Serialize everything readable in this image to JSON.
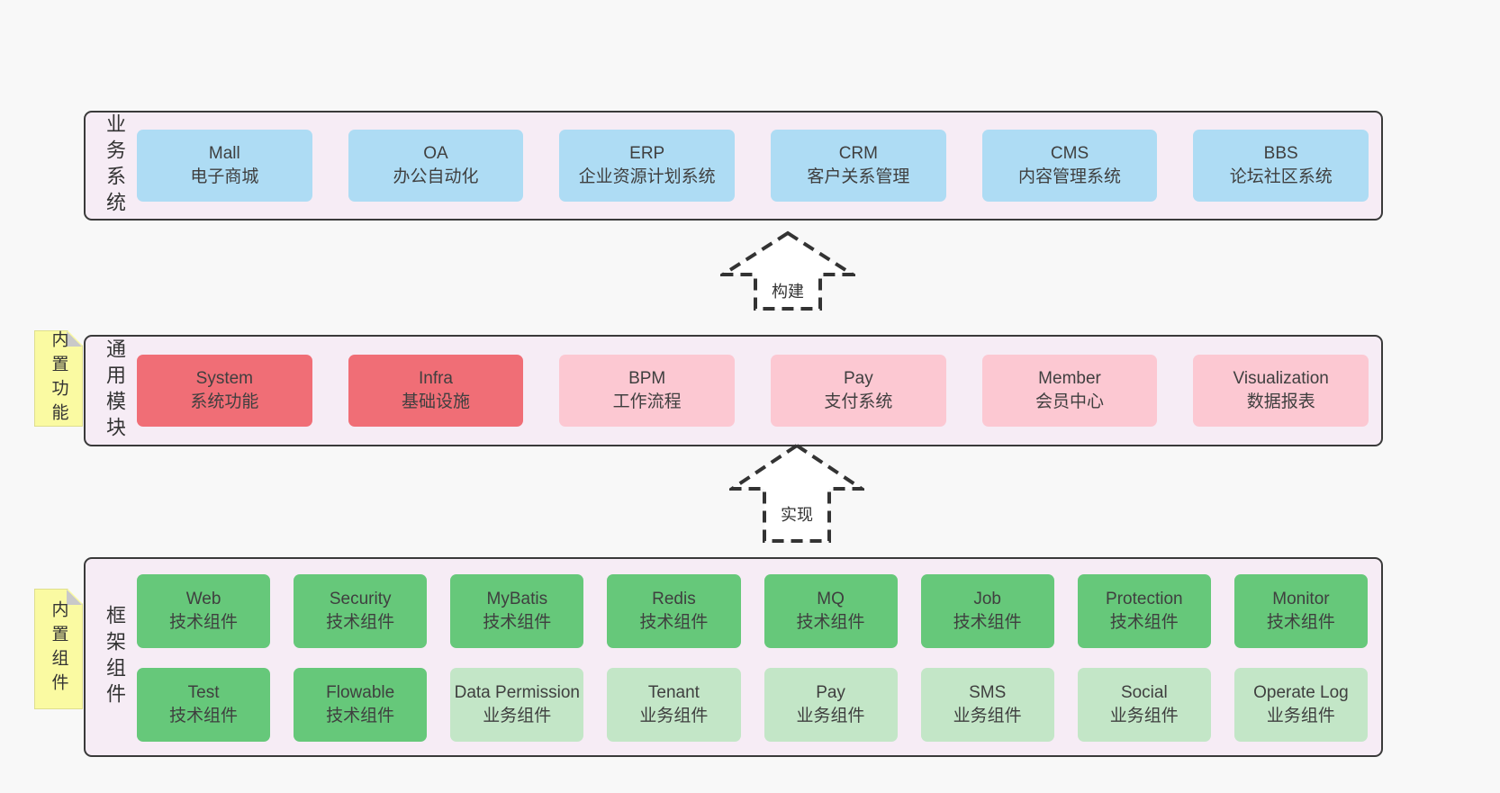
{
  "colors": {
    "page_bg": "#f8f8f8",
    "container_bg": "#f6ecf5",
    "container_border": "#3a3a3a",
    "blue_box": "#aedcf4",
    "red_box": "#f06e76",
    "pink_box": "#fcc8d2",
    "green_dark_box": "#66c87a",
    "green_light_box": "#c3e6c7",
    "note_bg": "#fafaa2",
    "note_fold": "#c9c9c9",
    "text": "#3f3f3f"
  },
  "arrows": [
    {
      "label": "构建"
    },
    {
      "label": "实现"
    }
  ],
  "layers": [
    {
      "name": "业务系统",
      "rows": [
        [
          {
            "title": "Mall",
            "subtitle": "电子商城",
            "variant": "blue"
          },
          {
            "title": "OA",
            "subtitle": "办公自动化",
            "variant": "blue"
          },
          {
            "title": "ERP",
            "subtitle": "企业资源计划系统",
            "variant": "blue"
          },
          {
            "title": "CRM",
            "subtitle": "客户关系管理",
            "variant": "blue"
          },
          {
            "title": "CMS",
            "subtitle": "内容管理系统",
            "variant": "blue"
          },
          {
            "title": "BBS",
            "subtitle": "论坛社区系统",
            "variant": "blue"
          }
        ]
      ]
    },
    {
      "name": "通用模块",
      "note": "内置功能",
      "rows": [
        [
          {
            "title": "System",
            "subtitle": "系统功能",
            "variant": "red"
          },
          {
            "title": "Infra",
            "subtitle": "基础设施",
            "variant": "red"
          },
          {
            "title": "BPM",
            "subtitle": "工作流程",
            "variant": "pink"
          },
          {
            "title": "Pay",
            "subtitle": "支付系统",
            "variant": "pink"
          },
          {
            "title": "Member",
            "subtitle": "会员中心",
            "variant": "pink"
          },
          {
            "title": "Visualization",
            "subtitle": "数据报表",
            "variant": "pink"
          }
        ]
      ]
    },
    {
      "name": "框架组件",
      "note": "内置组件",
      "rows": [
        [
          {
            "title": "Web",
            "subtitle": "技术组件",
            "variant": "green-dark"
          },
          {
            "title": "Security",
            "subtitle": "技术组件",
            "variant": "green-dark"
          },
          {
            "title": "MyBatis",
            "subtitle": "技术组件",
            "variant": "green-dark"
          },
          {
            "title": "Redis",
            "subtitle": "技术组件",
            "variant": "green-dark"
          },
          {
            "title": "MQ",
            "subtitle": "技术组件",
            "variant": "green-dark"
          },
          {
            "title": "Job",
            "subtitle": "技术组件",
            "variant": "green-dark"
          },
          {
            "title": "Protection",
            "subtitle": "技术组件",
            "variant": "green-dark"
          },
          {
            "title": "Monitor",
            "subtitle": "技术组件",
            "variant": "green-dark"
          }
        ],
        [
          {
            "title": "Test",
            "subtitle": "技术组件",
            "variant": "green-dark"
          },
          {
            "title": "Flowable",
            "subtitle": "技术组件",
            "variant": "green-dark"
          },
          {
            "title": "Data Permission",
            "subtitle": "业务组件",
            "variant": "green-light"
          },
          {
            "title": "Tenant",
            "subtitle": "业务组件",
            "variant": "green-light"
          },
          {
            "title": "Pay",
            "subtitle": "业务组件",
            "variant": "green-light"
          },
          {
            "title": "SMS",
            "subtitle": "业务组件",
            "variant": "green-light"
          },
          {
            "title": "Social",
            "subtitle": "业务组件",
            "variant": "green-light"
          },
          {
            "title": "Operate Log",
            "subtitle": "业务组件",
            "variant": "green-light"
          }
        ]
      ]
    }
  ]
}
